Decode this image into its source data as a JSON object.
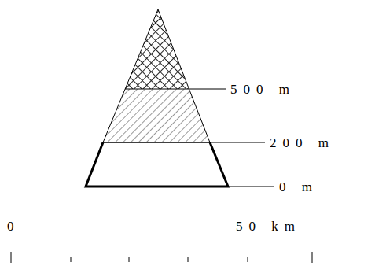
{
  "diagram": {
    "labels": [
      "500 m",
      "200 m",
      "0 m",
      "0",
      "50 km"
    ]
  }
}
